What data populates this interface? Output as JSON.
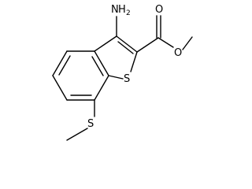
{
  "molecule": {
    "amino_group": {
      "element": "N",
      "hydrogens": "H",
      "hydrogen_count": "2"
    },
    "carbonyl_oxygen": "O",
    "ester_oxygen": "O",
    "ring_sulfur": "S",
    "thioether_sulfur": "S"
  }
}
